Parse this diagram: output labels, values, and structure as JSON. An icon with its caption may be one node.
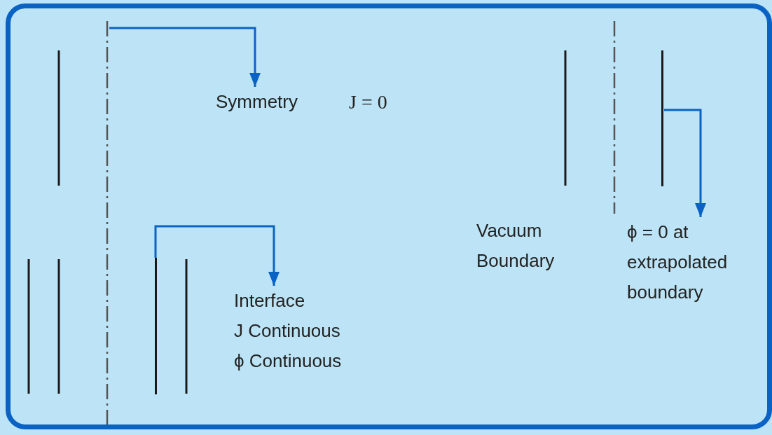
{
  "diagram": {
    "nodes": [
      {
        "text": [],
        "shape": "line"
      },
      {
        "text": [
          "Symmetry"
        ],
        "beside": [
          "J = 0"
        ]
      },
      {
        "text": [],
        "shape": "bar"
      },
      {
        "text": [
          "Interface",
          "J Continuous",
          "ϕ Continuous"
        ]
      },
      {
        "text": [],
        "shape": "bar"
      },
      {
        "text": [
          "ϕ = 0 at extrapolated boundary"
        ]
      }
    ],
    "edges": [
      {
        "from": 0,
        "to": 1,
        "arrow": "to"
      },
      {
        "from": 2,
        "to": 3,
        "arrow": "to"
      },
      {
        "from": 4,
        "to": 5,
        "arrow": "to"
      }
    ],
    "labels": [
      "Vacuum Boundary"
    ]
  }
}
